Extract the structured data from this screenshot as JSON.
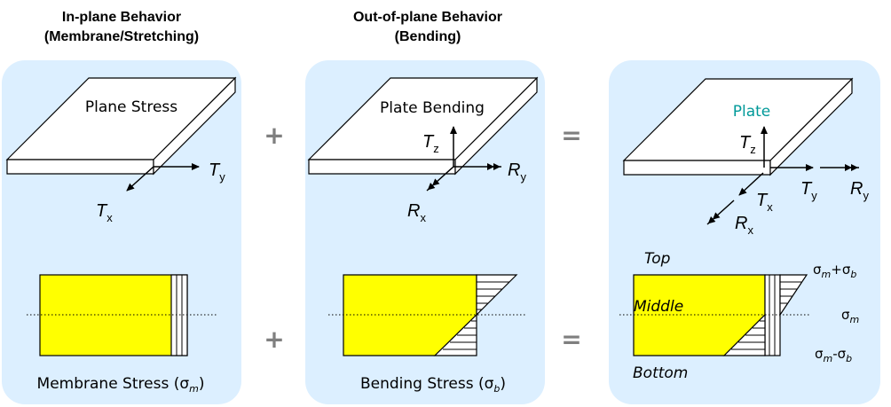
{
  "headers": {
    "inplane_line1": "In-plane Behavior",
    "inplane_line2": "(Membrane/Stretching)",
    "outplane_line1": "Out-of-plane Behavior",
    "outplane_line2": "(Bending)"
  },
  "panels": {
    "inplane": {
      "plate_label": "Plane Stress",
      "stress_label": "Membrane Stress (σ",
      "stress_sub": "m",
      "stress_close": ")"
    },
    "outplane": {
      "plate_label": "Plate Bending",
      "stress_label": "Bending Stress (σ",
      "stress_sub": "b",
      "stress_close": ")"
    },
    "combined": {
      "plate_label": "Plate",
      "top": "Top",
      "middle": "Middle",
      "bottom": "Bottom"
    }
  },
  "operators": {
    "plus": "+",
    "equals": "="
  },
  "axes": {
    "T": "T",
    "R": "R",
    "x": "x",
    "y": "y",
    "z": "z"
  },
  "sigma": {
    "s": "σ",
    "m": "m",
    "b": "b",
    "plus": "+",
    "minus": "-"
  },
  "colors": {
    "panel_bg": "#dcefff",
    "stress_fill": "#ffff00",
    "plate_label_accent": "#009999"
  }
}
